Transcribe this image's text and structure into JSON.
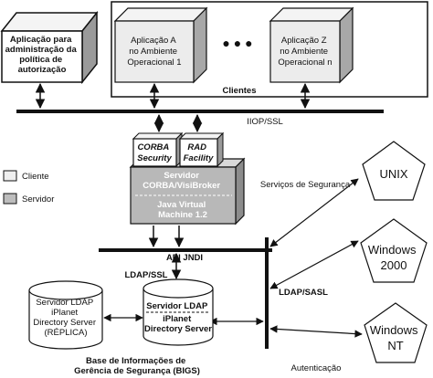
{
  "admin_box": {
    "lines": [
      "Aplicação para",
      "administração da",
      "política de",
      "autorização"
    ]
  },
  "clients": {
    "label": "Clientes",
    "app_a": [
      "Aplicação A",
      "no Ambiente",
      "Operacional 1"
    ],
    "app_z": [
      "Aplicação Z",
      "no Ambiente",
      "Operacional n"
    ],
    "ellipsis": "● ● ●"
  },
  "iiop_label": "IIOP/SSL",
  "server": {
    "corba_security": [
      "CORBA",
      "Security"
    ],
    "rad_facility": [
      "RAD",
      "Facility"
    ],
    "title": [
      "Servidor",
      "CORBA/VisiBroker"
    ],
    "jvm": [
      "Java Virtual",
      "Machine 1.2"
    ]
  },
  "legend": {
    "items": [
      {
        "label": "Cliente",
        "color": "#efefef"
      },
      {
        "label": "Servidor",
        "color": "#bdbdbd"
      }
    ]
  },
  "security_services_label": "Serviços de Segurança",
  "os": {
    "unix": "UNIX",
    "windows2000": [
      "Windows",
      "2000"
    ],
    "windowsnt": [
      "Windows",
      "NT"
    ]
  },
  "api_jndi_label": "API JNDI",
  "ldap_ssl_label": "LDAP/SSL",
  "ldap_sasl_label": "LDAP/SASL",
  "ldap_replica": [
    "Servidor LDAP",
    "iPlanet",
    "Directory Server",
    "(RÉPLICA)"
  ],
  "ldap_main": [
    "Servidor LDAP",
    "iPlanet",
    "Directory Server"
  ],
  "bigs_label": [
    "Base de Informações de",
    "Gerência de Segurança (BIGS)"
  ],
  "autenticacao_label": "Autenticação"
}
